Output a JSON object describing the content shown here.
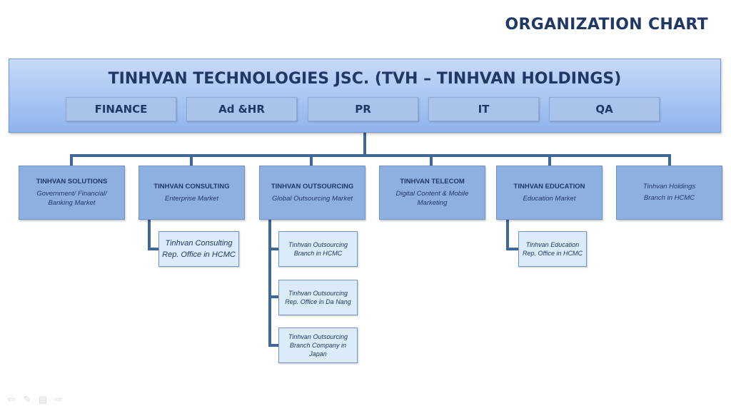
{
  "slide": {
    "title": "ORGANIZATION CHART"
  },
  "holding": {
    "title": "TINHVAN TECHNOLOGIES JSC. (TVH – TINHVAN HOLDINGS)",
    "departments": [
      "FINANCE",
      "Ad &HR",
      "PR",
      "IT",
      "QA"
    ]
  },
  "companies": [
    {
      "name": "TINHVAN SOLUTIONS",
      "market": "Government/ Financial/ Banking Market"
    },
    {
      "name": "TINHVAN CONSULTING",
      "market": "Enterprise Market"
    },
    {
      "name": "TINHVAN OUTSOURCING",
      "market": "Global Outsourcing Market"
    },
    {
      "name": "TINHVAN TELECOM",
      "market": "Digital Content & Mobile Marketing"
    },
    {
      "name": "TINHVAN EDUCATION",
      "market": "Education Market"
    },
    {
      "name": "",
      "line1": "Tinhvan Holdings",
      "line2": "Branch in HCMC"
    }
  ],
  "branches": {
    "consulting": [
      {
        "line1": "Tinhvan  Consulting",
        "line2": "Rep. Office in HCMC"
      }
    ],
    "outsourcing": [
      {
        "line1": "Tinhvan Outsourcing",
        "line2": "Branch in HCMC"
      },
      {
        "line1": "Tinhvan Outsourcing",
        "line2": "Rep. Office in Da Nang"
      },
      {
        "line1": "Tinhvan Outsourcing",
        "line2": "Branch Company in",
        "line3": "Japan"
      }
    ],
    "education": [
      {
        "line1": "Tinhvan Education",
        "line2": "Rep. Office in HCMC"
      }
    ]
  },
  "colors": {
    "title_navy": "#1f3864",
    "connector": "#3f6797",
    "company_fill": "#8eb0e0",
    "branch_fill": "#dcebfa"
  },
  "icons": [
    "arrow-left-icon",
    "pen-icon",
    "slides-menu-icon",
    "arrow-right-icon"
  ]
}
